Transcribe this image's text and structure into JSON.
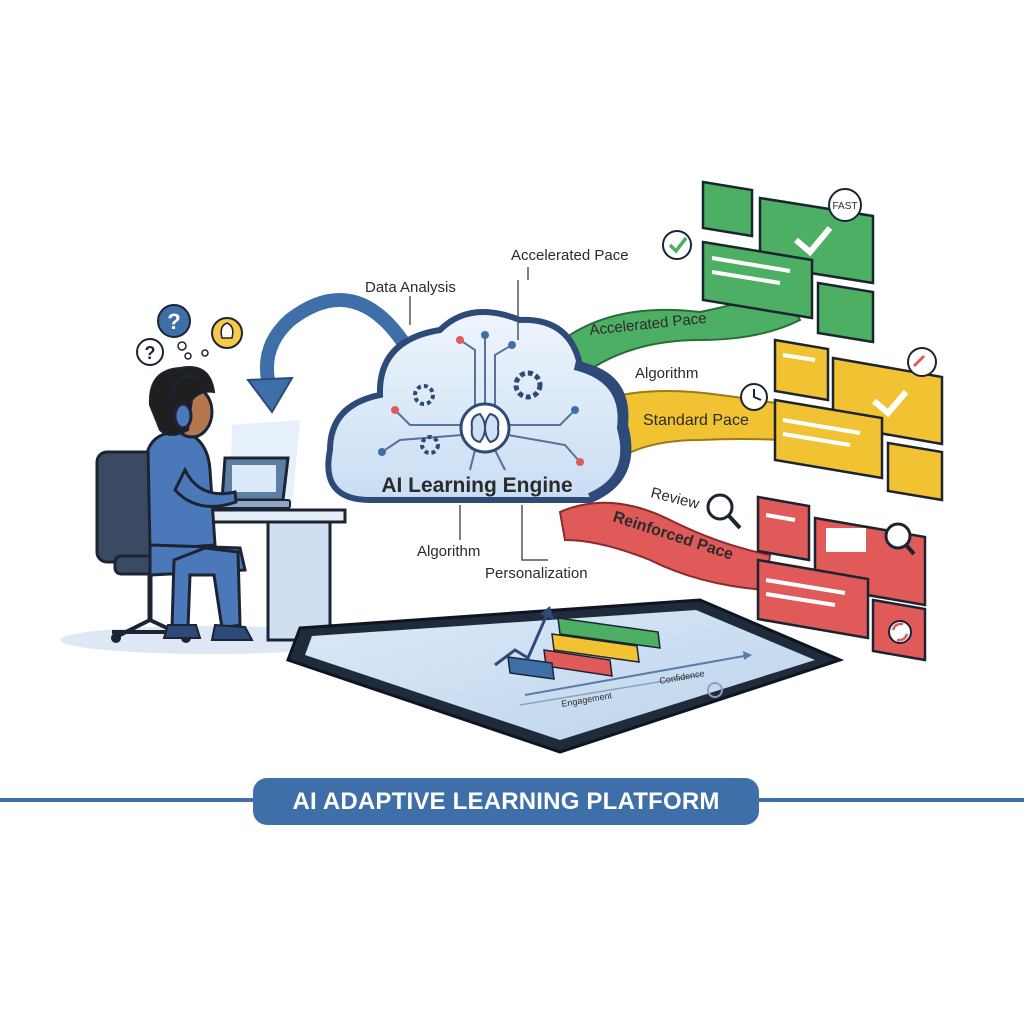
{
  "engine": {
    "title": "AI Learning Engine"
  },
  "labels": {
    "data_analysis": "Data Analysis",
    "accelerated_top": "Accelerated Pace",
    "algorithm_bottom": "Algorithm",
    "personalization": "Personalization",
    "algorithm_mid": "Algorithm",
    "review": "Review"
  },
  "paths": {
    "accelerated": "Accelerated Pace",
    "standard": "Standard Pace",
    "reinforced": "Reinforced Pace"
  },
  "badge": {
    "fast": "FAST"
  },
  "tablet": {
    "engagement": "Engagement",
    "confidence": "Confidence"
  },
  "banner": {
    "title": "AI ADAPTIVE LEARNING PLATFORM"
  },
  "colors": {
    "green": "#4caf64",
    "yellow": "#f1c232",
    "red": "#e05a5a",
    "blue": "#3f6fa8"
  }
}
